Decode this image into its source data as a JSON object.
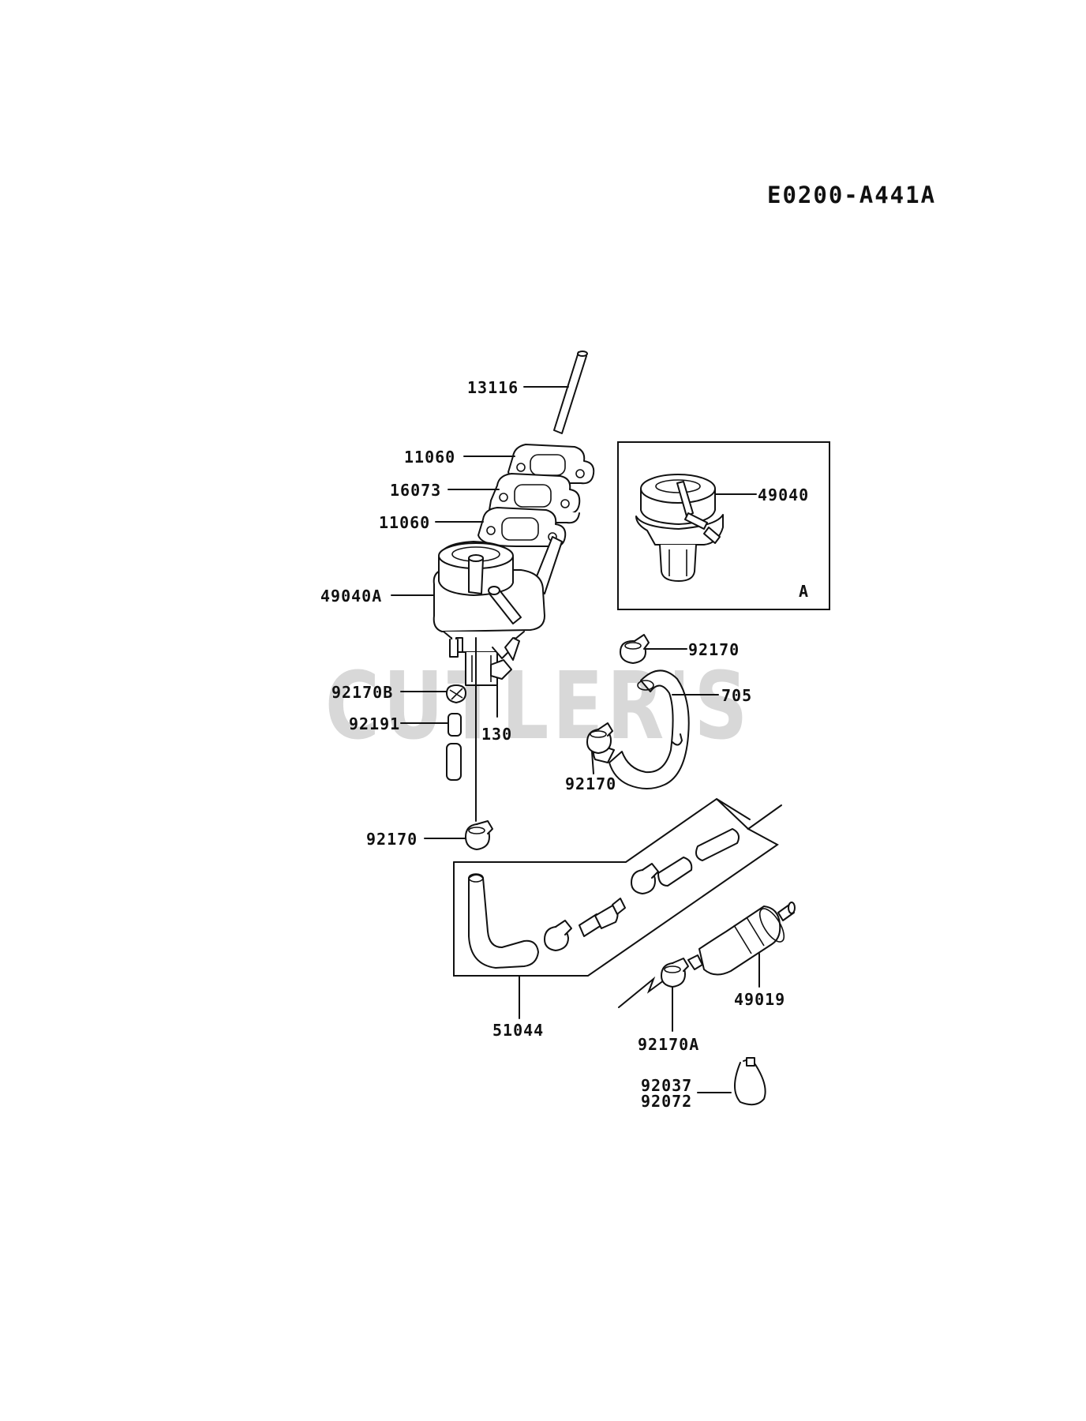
{
  "diagram_code": "E0200-A441A",
  "watermark": "CUTLER'S",
  "inset_label": "A",
  "labels": {
    "p13116": "13116",
    "p11060_top": "11060",
    "p16073": "16073",
    "p11060_bottom": "11060",
    "p49040A": "49040A",
    "p49040": "49040",
    "p92170_top": "92170",
    "p705": "705",
    "p92170B": "92170B",
    "p92191": "92191",
    "p130": "130",
    "p92170_mid": "92170",
    "p92170_left": "92170",
    "p51044": "51044",
    "p49019": "49019",
    "p92170A": "92170A",
    "p92037": "92037",
    "p92072": "92072"
  }
}
